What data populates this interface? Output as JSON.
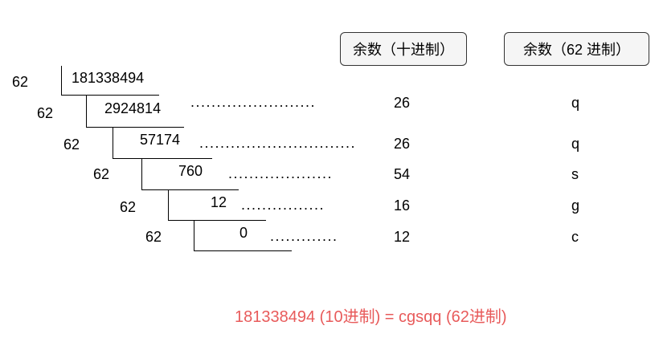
{
  "headers": {
    "decimal_remainder": "余数（十进制）",
    "base62_remainder": "余数（62 进制）"
  },
  "rows": [
    {
      "divisor": "62",
      "dividend": "181338494"
    },
    {
      "divisor": "62",
      "dividend": "2924814",
      "dots": "........................",
      "remainder": "26",
      "char": "q"
    },
    {
      "divisor": "62",
      "dividend": "57174",
      "dots": "..............................",
      "remainder": "26",
      "char": "q"
    },
    {
      "divisor": "62",
      "dividend": "760",
      "dots": "....................",
      "remainder": "54",
      "char": "s"
    },
    {
      "divisor": "62",
      "dividend": "12",
      "dots": "................",
      "remainder": "16",
      "char": "g"
    },
    {
      "divisor": "62",
      "dividend": "0",
      "dots": ".............",
      "remainder": "12",
      "char": "c"
    }
  ],
  "equation": {
    "text": "181338494 (10进制) = cgsqq (62进制)",
    "color": "#e85b5b"
  }
}
